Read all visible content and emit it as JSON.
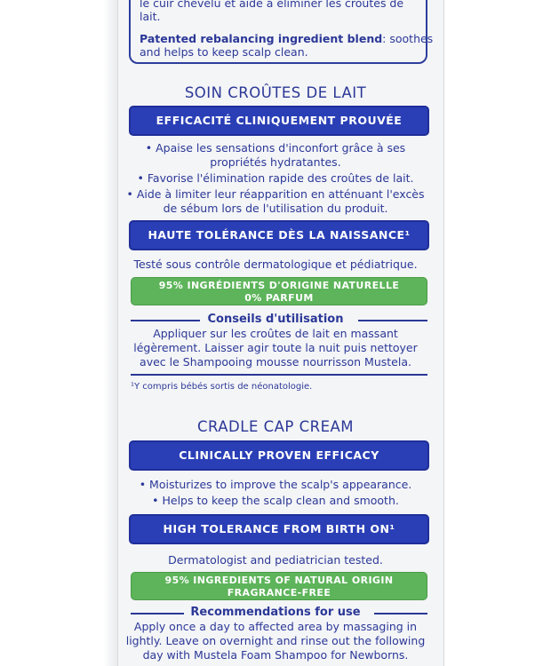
{
  "top_box": {
    "line1": "le cuir chevelu et aide à éliminer les croûtes de",
    "line2": "lait.",
    "patented_bold": "Patented rebalancing ingredient blend",
    "patented_rest_1": ": soothes",
    "patented_line2": "and helps to keep scalp clean."
  },
  "fr": {
    "title": "SOIN CROÛTES DE LAIT",
    "efficacy_bar": "EFFICACITÉ CLINIQUEMENT PROUVÉE",
    "bullets": [
      "• Apaise les sensations d'inconfort grâce à ses",
      "propriétés hydratantes.",
      "• Favorise l'élimination rapide des croûtes de lait.",
      "• Aide à limiter leur réapparition en atténuant l'excès",
      "de sébum lors de l'utilisation du produit."
    ],
    "tolerance_bar": "HAUTE TOLÉRANCE DÈS LA NAISSANCE¹",
    "tested": "Testé sous contrôle dermatologique et pédiatrique.",
    "green_line1": "95% INGRÉDIENTS D'ORIGINE NATURELLE",
    "green_line2": "0% PARFUM",
    "advice_title": "Conseils d'utilisation",
    "advice_lines": [
      "Appliquer sur les croûtes de lait en massant",
      "légèrement. Laisser agir toute la nuit puis nettoyer",
      "avec le Shampooing mousse nourrisson Mustela."
    ],
    "footnote": "¹Y compris bébés sortis de néonatologie."
  },
  "en": {
    "title": "CRADLE CAP CREAM",
    "efficacy_bar": "CLINICALLY PROVEN EFFICACY",
    "bullets": [
      "• Moisturizes to improve the scalp's appearance.",
      "• Helps to keep the scalp clean and smooth."
    ],
    "tolerance_bar": "HIGH TOLERANCE FROM BIRTH ON¹",
    "tested": "Dermatologist and pediatrician tested.",
    "green_line1": "95% INGREDIENTS OF NATURAL ORIGIN",
    "green_line2": "FRAGRANCE-FREE",
    "rec_title": "Recommendations for use",
    "rec_lines": [
      "Apply once a day to affected area by massaging in",
      "lightly. Leave on overnight and rinse out the following",
      "day with Mustela Foam Shampoo for Newborns."
    ]
  },
  "colors": {
    "brand_blue": "#2a3fb6",
    "text_blue": "#2b3897",
    "green": "#5db45a",
    "panel": "#f4f5f7"
  }
}
